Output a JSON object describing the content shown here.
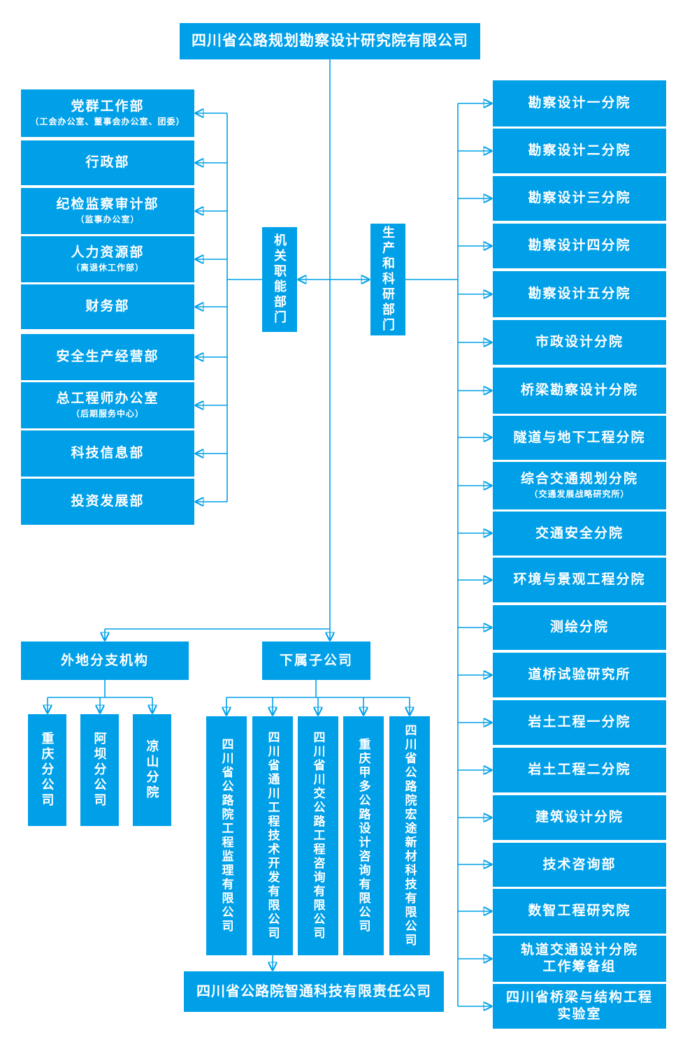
{
  "meta": {
    "accent_color": "#00a0e9",
    "text_color": "#ffffff",
    "background_color": "#ffffff"
  },
  "root": {
    "title": "四川省公路规划勘察设计研究院有限公司"
  },
  "groups": {
    "admin": {
      "label": "机关职能部门"
    },
    "production": {
      "label": "生产和科研部门"
    },
    "field_offices": {
      "label": "外地分支机构"
    },
    "subsidiaries": {
      "label": "下属子公司"
    }
  },
  "left_departments": [
    {
      "title": "党群工作部",
      "subtitle": "（工会办公室、董事会办公室、团委）"
    },
    {
      "title": "行政部"
    },
    {
      "title": "纪检监察审计部",
      "subtitle": "（监事办公室）"
    },
    {
      "title": "人力资源部",
      "subtitle": "（离退休工作部）"
    },
    {
      "title": "财务部"
    },
    {
      "title": "安全生产经营部"
    },
    {
      "title": "总工程师办公室",
      "subtitle": "（后期服务中心）"
    },
    {
      "title": "科技信息部"
    },
    {
      "title": "投资发展部"
    }
  ],
  "right_divisions": [
    {
      "title": "勘察设计一分院"
    },
    {
      "title": "勘察设计二分院"
    },
    {
      "title": "勘察设计三分院"
    },
    {
      "title": "勘察设计四分院"
    },
    {
      "title": "勘察设计五分院"
    },
    {
      "title": "市政设计分院"
    },
    {
      "title": "桥梁勘察设计分院"
    },
    {
      "title": "隧道与地下工程分院"
    },
    {
      "title": "综合交通规划分院",
      "subtitle": "（交通发展战略研究所）"
    },
    {
      "title": "交通安全分院"
    },
    {
      "title": "环境与景观工程分院"
    },
    {
      "title": "测绘分院"
    },
    {
      "title": "道桥试验研究所"
    },
    {
      "title": "岩土工程一分院"
    },
    {
      "title": "岩土工程二分院"
    },
    {
      "title": "建筑设计分院"
    },
    {
      "title": "技术咨询部"
    },
    {
      "title": "数智工程研究院"
    },
    {
      "title": "轨道交通设计分院",
      "line2": "工作筹备组"
    },
    {
      "title": "四川省桥梁与结构工程",
      "line2": "实验室"
    }
  ],
  "field_offices": [
    "重庆分公司",
    "阿坝分公司",
    "凉山分院"
  ],
  "subsidiaries": [
    "四川省公路院工程监理有限公司",
    "四川省通川工程技术开发有限公司",
    "四川省川交公路工程咨询有限公司",
    "重庆甲多公路设计咨询有限公司",
    "四川省公路院宏途新材科技有限公司"
  ],
  "bottom_company": {
    "title": "四川省公路院智通科技有限责任公司"
  }
}
